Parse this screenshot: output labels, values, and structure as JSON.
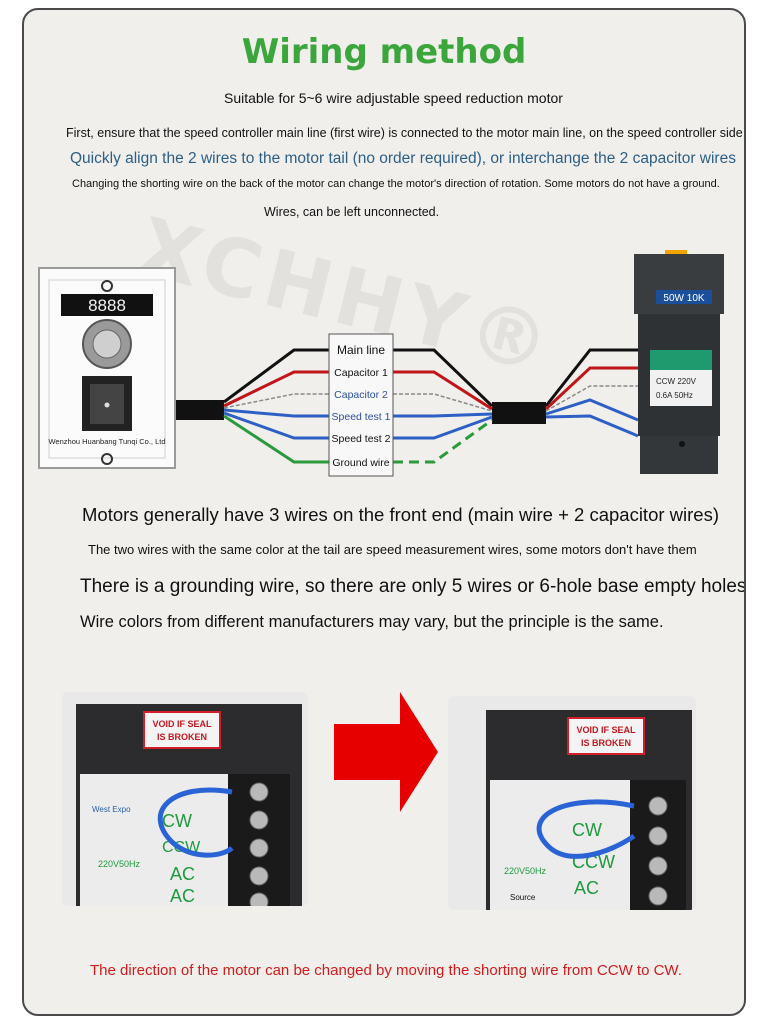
{
  "title": "Wiring method",
  "subtitle": "Suitable for 5~6 wire adjustable speed reduction motor",
  "line1": "First, ensure that the speed controller main line (first wire) is connected to the motor main line, on the speed controller side",
  "line2": "Quickly align the 2 wires to the motor tail (no order required), or interchange the 2 capacitor wires",
  "line3": "Changing the shorting wire on the back of the motor can change the motor's direction of rotation. Some motors do not have a ground.",
  "line4": "Wires, can be left unconnected.",
  "watermark": "XCHHY®",
  "controller": {
    "display": "8888",
    "brand": "Wenzhou Huanbang Tunqi Co., Ltd"
  },
  "motor": {
    "label_top": "50W 10K",
    "spec1": "CCW 220V",
    "spec2": "0.6A 50Hz"
  },
  "wires": [
    {
      "label": "Main line",
      "color": "#111111"
    },
    {
      "label": "Capacitor 1",
      "color": "#c0161a"
    },
    {
      "label": "Capacitor 2",
      "color": "#8a8a8a"
    },
    {
      "label": "Speed test 1",
      "color": "#2d5fc4"
    },
    {
      "label": "Speed test 2",
      "color": "#2d5fc4"
    },
    {
      "label": "Ground wire",
      "color": "#2a9a3c"
    }
  ],
  "info1": "Motors generally have 3 wires on the front end (main wire + 2 capacitor wires)",
  "info2": "The two wires with the same color at the tail are speed measurement wires, some motors don't have them",
  "info3": "There is a grounding wire, so there are only 5 wires or 6-hole base empty holes",
  "info4": "Wire colors from different manufacturers may vary, but the principle is the same.",
  "photo_left": {
    "seal": [
      "VOID IF SEAL",
      "IS BROKEN"
    ],
    "labels": [
      "West Expo",
      "CW",
      "CCW",
      "220V50Hz",
      "AC",
      "AC"
    ]
  },
  "photo_right": {
    "seal": [
      "VOID IF SEAL",
      "IS BROKEN"
    ],
    "labels": [
      "CW",
      "CCW",
      "220V50Hz",
      "AC",
      "Source"
    ]
  },
  "footer": "The direction of the motor can be changed by moving the shorting wire from CCW to CW.",
  "colors": {
    "green_title": "#3aa63c",
    "red_text": "#d11b1b",
    "arrow": "#e60000"
  }
}
